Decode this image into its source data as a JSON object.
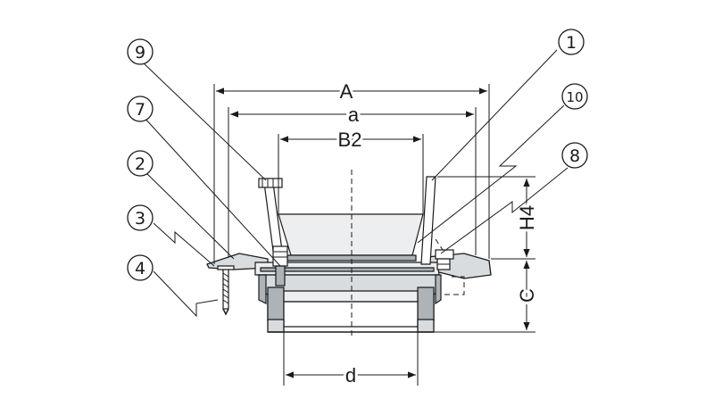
{
  "dimensions": {
    "A": "A",
    "a": "a",
    "B2": "B2",
    "H4": "H4",
    "C": "C",
    "d": "d"
  },
  "callouts": {
    "c1": "1",
    "c2": "2",
    "c3": "3",
    "c4": "4",
    "c7": "7",
    "c8": "8",
    "c9": "9",
    "c10": "10"
  }
}
